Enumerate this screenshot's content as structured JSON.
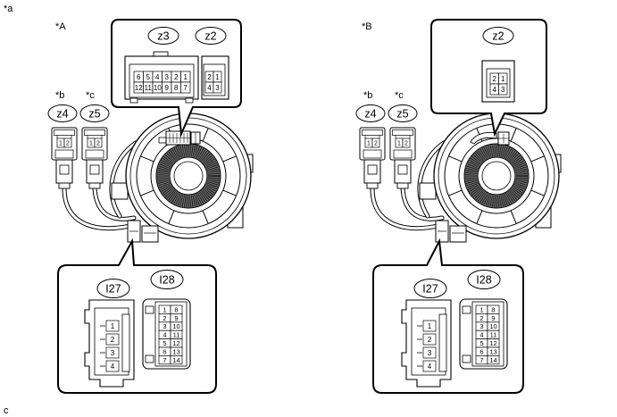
{
  "figure_labels": {
    "top_left": "*a",
    "bottom_left": "c"
  },
  "panels": [
    {
      "label": "*A",
      "top_connectors": [
        {
          "name": "z3",
          "pins": [
            [
              "6",
              "5",
              "4",
              "3",
              "2",
              "1"
            ],
            [
              "12",
              "11",
              "10",
              "9",
              "8",
              "7"
            ]
          ]
        },
        {
          "name": "z2",
          "pins": [
            [
              "2",
              "1"
            ],
            [
              "4",
              "3"
            ]
          ]
        }
      ],
      "side_connectors": [
        {
          "callout": "*b",
          "name": "z4",
          "pins": [
            [
              "1",
              "2"
            ]
          ]
        },
        {
          "callout": "*c",
          "name": "z5",
          "pins": [
            [
              "1",
              "2"
            ]
          ]
        }
      ],
      "bottom_connectors": [
        {
          "name": "I27",
          "pins": [
            [
              "1"
            ],
            [
              "2"
            ],
            [
              "3"
            ],
            [
              "4"
            ]
          ]
        },
        {
          "name": "I28",
          "pins": [
            [
              "1",
              "8"
            ],
            [
              "2",
              "9"
            ],
            [
              "3",
              "10"
            ],
            [
              "4",
              "11"
            ],
            [
              "5",
              "12"
            ],
            [
              "6",
              "13"
            ],
            [
              "7",
              "14"
            ]
          ]
        }
      ]
    },
    {
      "label": "*B",
      "top_connectors": [
        {
          "name": "z2",
          "pins": [
            [
              "2",
              "1"
            ],
            [
              "4",
              "3"
            ]
          ]
        }
      ],
      "side_connectors": [
        {
          "callout": "*b",
          "name": "z4",
          "pins": [
            [
              "1",
              "2"
            ]
          ]
        },
        {
          "callout": "*c",
          "name": "z5",
          "pins": [
            [
              "1",
              "2"
            ]
          ]
        }
      ],
      "bottom_connectors": [
        {
          "name": "I27",
          "pins": [
            [
              "1"
            ],
            [
              "2"
            ],
            [
              "3"
            ],
            [
              "4"
            ]
          ]
        },
        {
          "name": "I28",
          "pins": [
            [
              "1",
              "8"
            ],
            [
              "2",
              "9"
            ],
            [
              "3",
              "10"
            ],
            [
              "4",
              "11"
            ],
            [
              "5",
              "12"
            ],
            [
              "6",
              "13"
            ],
            [
              "7",
              "14"
            ]
          ]
        }
      ]
    }
  ]
}
